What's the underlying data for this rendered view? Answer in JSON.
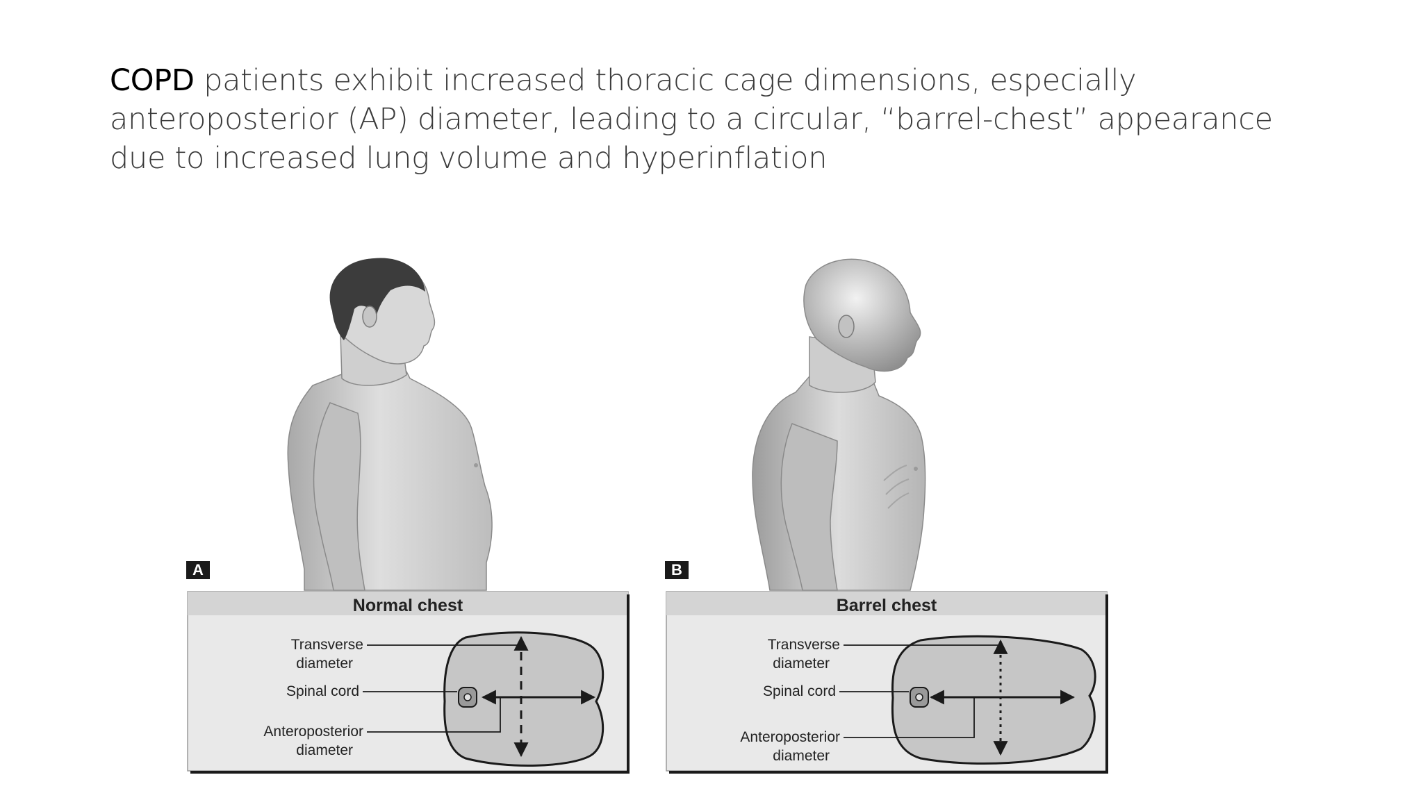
{
  "slide": {
    "term": "COPD",
    "text": " patients exhibit increased thoracic cage dimensions, especially anteroposterior (AP) diameter, leading to a circular, “barrel-chest” appearance due to increased lung volume and hyperinflation"
  },
  "figure": {
    "panel_a": {
      "letter": "A",
      "title": "Normal chest",
      "labels": {
        "transverse_1": "Transverse",
        "transverse_2": "diameter",
        "spinal": "Spinal cord",
        "ap_1": "Anteroposterior",
        "ap_2": "diameter"
      }
    },
    "panel_b": {
      "letter": "B",
      "title": "Barrel chest",
      "labels": {
        "transverse_1": "Transverse",
        "transverse_2": "diameter",
        "spinal": "Spinal cord",
        "ap_1": "Anteroposterior",
        "ap_2": "diameter"
      }
    },
    "colors": {
      "panel_bg": "#e9e9e9",
      "header_bg": "#d4d4d4",
      "section_fill": "#c6c6c6",
      "outline": "#1a1a1a",
      "skin": "#d9d9d9",
      "hair": "#3c3c3c"
    }
  }
}
